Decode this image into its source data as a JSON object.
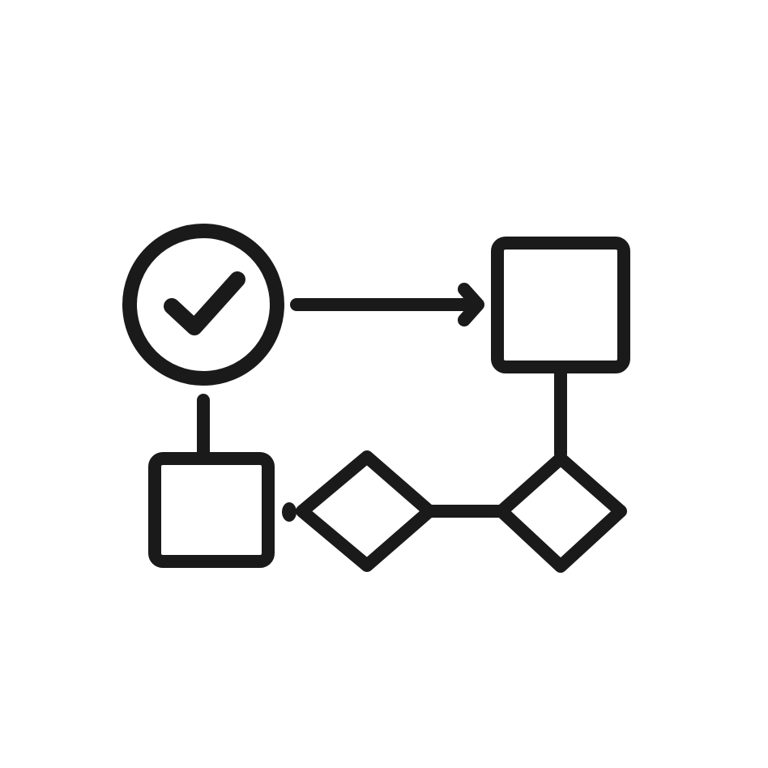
{
  "diagram": {
    "style": {
      "stroke_color": "#1a1a1a",
      "background_color": "#ffffff"
    },
    "nodes": [
      {
        "id": "start",
        "shape": "circle",
        "icon": "checkmark-icon"
      },
      {
        "id": "process-top-right",
        "shape": "rounded-square"
      },
      {
        "id": "decision-right",
        "shape": "diamond"
      },
      {
        "id": "decision-left",
        "shape": "diamond"
      },
      {
        "id": "process-bottom-left",
        "shape": "rounded-square"
      }
    ],
    "connections": [
      {
        "from": "start",
        "to": "process-top-right",
        "arrow": true
      },
      {
        "from": "process-top-right",
        "to": "decision-right",
        "arrow": false
      },
      {
        "from": "decision-right",
        "to": "decision-left",
        "arrow": false
      },
      {
        "from": "decision-left",
        "to": "process-bottom-left",
        "arrow": true
      },
      {
        "from": "start",
        "to": "process-bottom-left",
        "arrow": false
      }
    ]
  }
}
